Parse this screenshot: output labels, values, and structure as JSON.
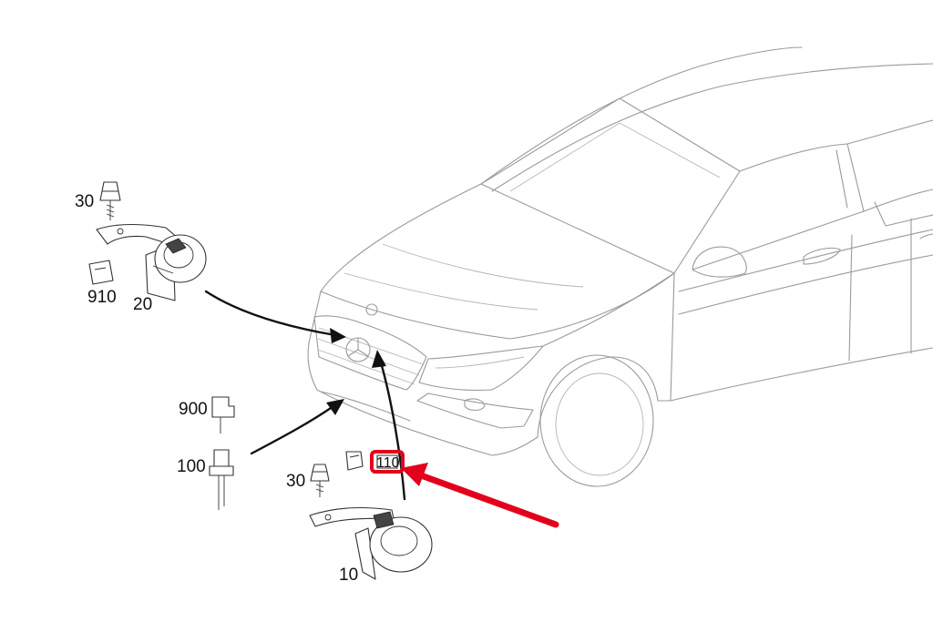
{
  "callouts": {
    "top_bolt": "30",
    "top_connector": "910",
    "top_horn": "20",
    "sensor_connector": "900",
    "sensor": "100",
    "bottom_bolt": "30",
    "bottom_horn": "10",
    "highlighted_connector": "110"
  },
  "colors": {
    "car_outline": "#9a9a9a",
    "part_outline": "#333333",
    "pointer_arrow": "#111111",
    "highlight": "#e3001b"
  }
}
